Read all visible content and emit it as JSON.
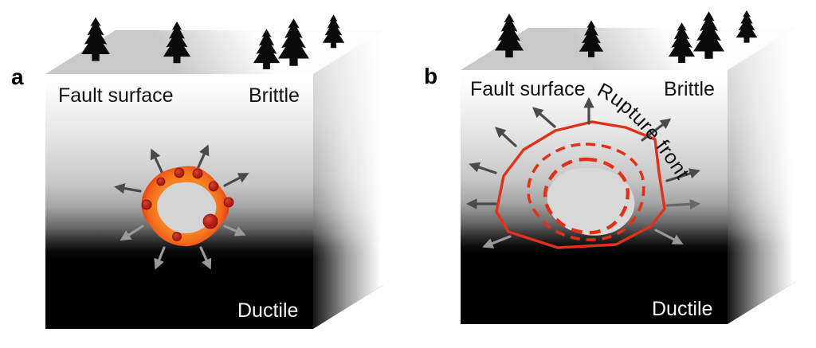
{
  "panels": {
    "a": {
      "label": "a",
      "fault_surface": "Fault surface",
      "brittle": "Brittle",
      "ductile": "Ductile"
    },
    "b": {
      "label": "b",
      "fault_surface": "Fault surface",
      "brittle": "Brittle",
      "ductile": "Ductile",
      "rupture_front": "Rupture front"
    }
  },
  "colors": {
    "rupture_red": "#e23118",
    "patch_orange": "#f58220",
    "asperity_dark_red": "#a5180e",
    "nucleation_gray": "#d4d4d4",
    "ruptured_zone_gray": "#d8d8d8",
    "arrow_dark": "#4a4a4a",
    "arrow_mid": "#686868",
    "arrow_light": "#9a9a9a",
    "tree": "#0b0b0b"
  }
}
